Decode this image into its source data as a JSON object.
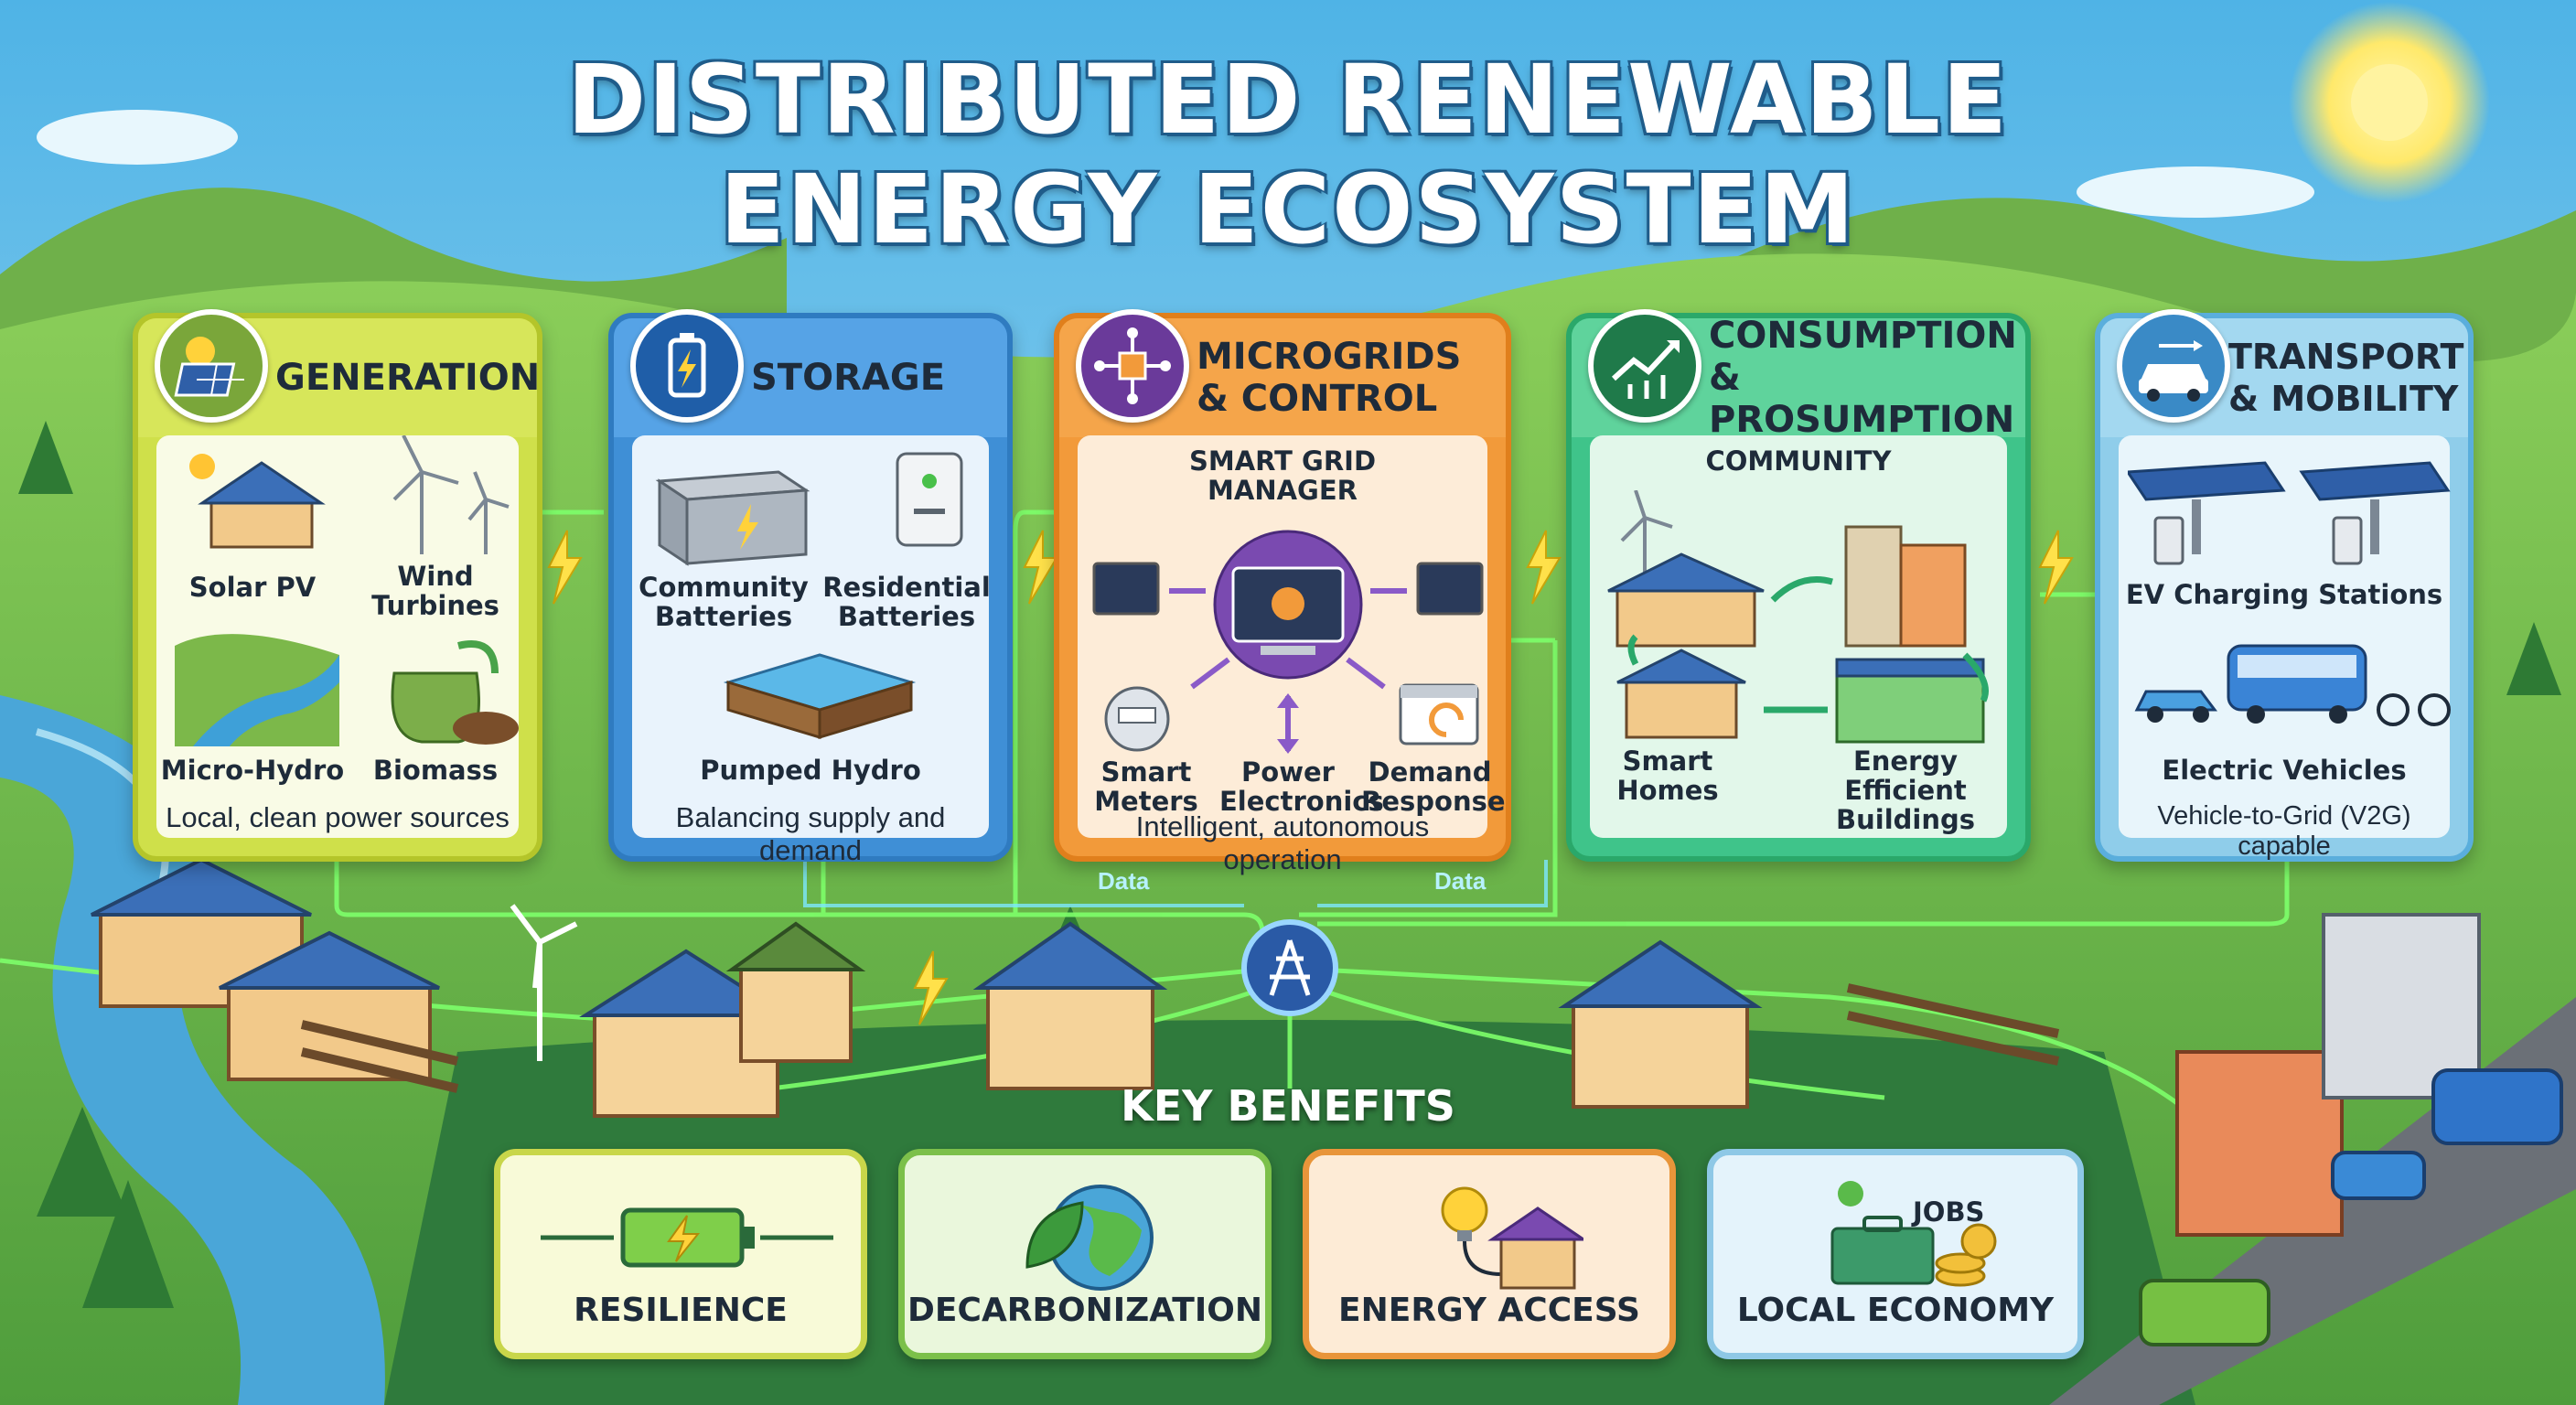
{
  "title": {
    "line1": "DISTRIBUTED RENEWABLE",
    "line2": "ENERGY ECOSYSTEM"
  },
  "panels": {
    "generation": {
      "title": "GENERATION",
      "items": [
        "Solar PV",
        "Wind\nTurbines",
        "Micro-Hydro",
        "Biomass"
      ],
      "caption": "Local, clean power sources"
    },
    "storage": {
      "title": "STORAGE",
      "items": [
        "Community\nBatteries",
        "Residential\nBatteries",
        "Pumped Hydro"
      ],
      "caption": "Balancing supply and demand"
    },
    "microgrids": {
      "title": "MICROGRIDS\n& CONTROL",
      "subtitle": "SMART GRID\nMANAGER",
      "items": [
        "Smart\nMeters",
        "Power\nElectronics",
        "Demand\nResponse"
      ],
      "caption": "Intelligent, autonomous operation"
    },
    "consumption": {
      "title": "CONSUMPTION\n& PROSUMPTION",
      "subtitle": "COMMUNITY",
      "items": [
        "Smart\nHomes",
        "Energy Efficient\nBuildings"
      ],
      "caption": ""
    },
    "transport": {
      "title": "TRANSPORT\n& MOBILITY",
      "items": [
        "EV Charging Stations",
        "Electric Vehicles"
      ],
      "caption": "Vehicle-to-Grid (V2G) capable"
    }
  },
  "data_labels": [
    "Data",
    "Data"
  ],
  "benefits": {
    "heading": "KEY BENEFITS",
    "items": [
      "RESILIENCE",
      "DECARBONIZATION",
      "ENERGY ACCESS",
      "LOCAL ECONOMY"
    ],
    "jobs_label": "JOBS"
  },
  "colors": {
    "generation": "#cfe04a",
    "storage": "#3f8fd6",
    "microgrids": "#f29a3a",
    "consumption": "#3fc48a",
    "transport": "#8fcdea",
    "grid_lines": "#7dff6a",
    "sky": "#6cc0e6"
  }
}
